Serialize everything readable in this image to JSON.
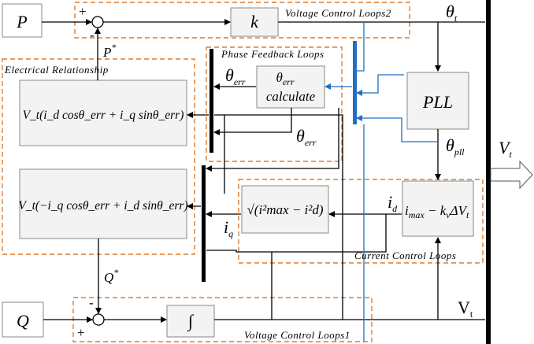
{
  "blocks": {
    "P": "P",
    "Q": "Q",
    "k": "k",
    "integrator": "∫",
    "PLL": "PLL",
    "theta_err_calc_top": "θ",
    "theta_err_calc_sub": "err",
    "theta_err_calc_bottom": "calculate",
    "imax_main": "i",
    "imax_sub": "max",
    "imax_rest": " − k",
    "imax_kv_sub": "v",
    "imax_tail": "ΔV",
    "imax_tail_sub": "t",
    "sqrt_label": "√(i²max − i²d)",
    "eq_top": "V_t(i_d cosθ_err + i_q sinθ_err)",
    "eq_bottom": "V_t(−i_q cosθ_err + i_d sinθ_err)"
  },
  "loops": {
    "voltage_control_2": "Voltage  Control  Loops2",
    "phase_feedback": "Phase  Feedback  Loops",
    "electrical_relationship": "Electrical   Relationship",
    "current_control": "Current  Control  Loops",
    "voltage_control_1": "Voltage  Control  Loops1"
  },
  "signals": {
    "theta_t": "θ",
    "theta_t_sub": "t",
    "theta_pll": "θ",
    "theta_pll_sub": "pll",
    "theta_err": "θ",
    "theta_err_sub": "err",
    "Vt_out": "V",
    "Vt_out_sub": "t",
    "Vt_bus": "V",
    "Vt_bus_sub": "t",
    "i_d": "i",
    "i_d_sub": "d",
    "i_q": "i",
    "i_q_sub": "q",
    "P_star": "P",
    "Q_star": "Q",
    "star": "*",
    "plus": "+",
    "minus": "-"
  },
  "colors": {
    "loop_border": "#e07a2a",
    "feedback_wire": "#1f6fc4",
    "wire": "#000000"
  }
}
